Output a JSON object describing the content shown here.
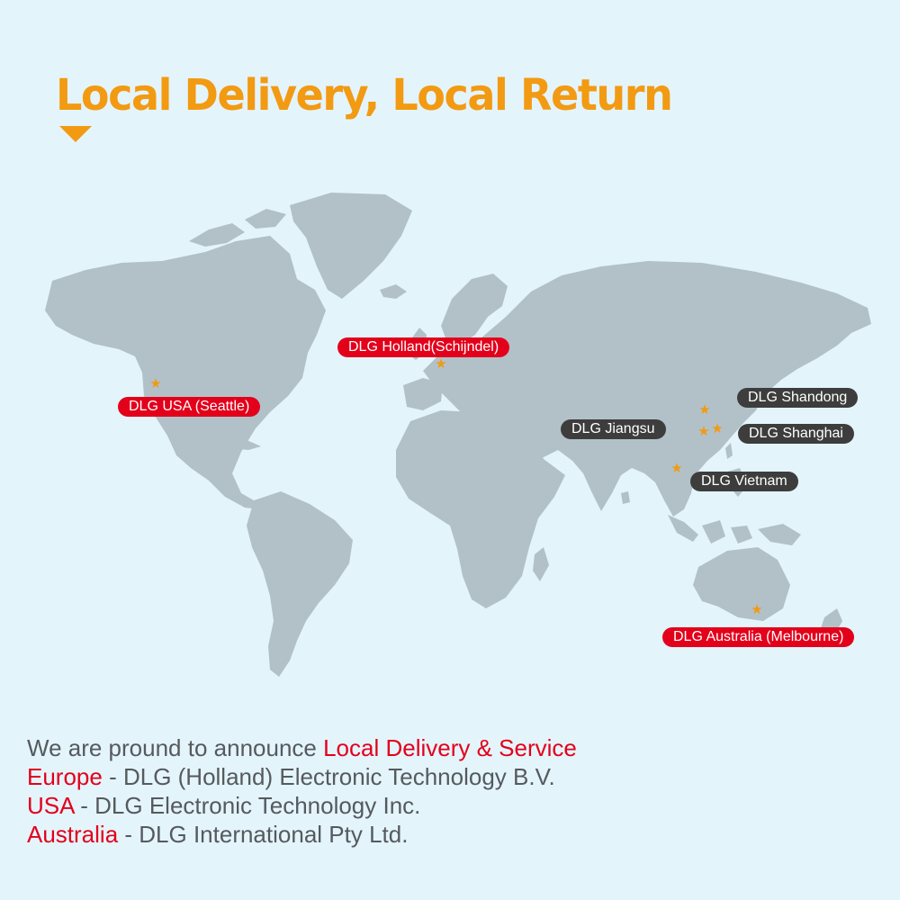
{
  "headline": "Local Delivery, Local Return",
  "map": {
    "land_color": "#b2c1c8",
    "ocean_color": "#e4f4fb",
    "marker_icon": "star-icon",
    "locations": [
      {
        "id": "usa-seattle",
        "label": "DLG USA (Seattle)",
        "style": "red",
        "lat": 47.6,
        "lon": -122.3
      },
      {
        "id": "holland-schijndel",
        "label": "DLG Holland(Schijndel)",
        "style": "red",
        "lat": 51.6,
        "lon": 5.4
      },
      {
        "id": "shandong",
        "label": "DLG Shandong",
        "style": "dark",
        "lat": 36.7,
        "lon": 117.0
      },
      {
        "id": "jiangsu",
        "label": "DLG Jiangsu",
        "style": "dark",
        "lat": 32.0,
        "lon": 118.8
      },
      {
        "id": "shanghai",
        "label": "DLG Shanghai",
        "style": "dark",
        "lat": 31.2,
        "lon": 121.5
      },
      {
        "id": "vietnam",
        "label": "DLG Vietnam",
        "style": "dark",
        "lat": 21.0,
        "lon": 105.8
      },
      {
        "id": "australia-melbourne",
        "label": "DLG Australia (Melbourne)",
        "style": "red",
        "lat": -37.8,
        "lon": 145.0
      }
    ]
  },
  "announcement": {
    "intro_text": "We are pround to announce ",
    "intro_highlight": "Local Delivery & Service",
    "lines": [
      {
        "region": "Europe",
        "separator": " - ",
        "entity": "DLG (Holland) Electronic Technology B.V."
      },
      {
        "region": "USA",
        "separator": " - ",
        "entity": "DLG Electronic Technology Inc."
      },
      {
        "region": "Australia",
        "separator": " - ",
        "entity": "DLG International Pty Ltd."
      }
    ]
  },
  "colors": {
    "accent_orange": "#f29a12",
    "label_red": "#e3001b",
    "label_dark": "#3d3d3d",
    "body_text": "#555a5e"
  }
}
